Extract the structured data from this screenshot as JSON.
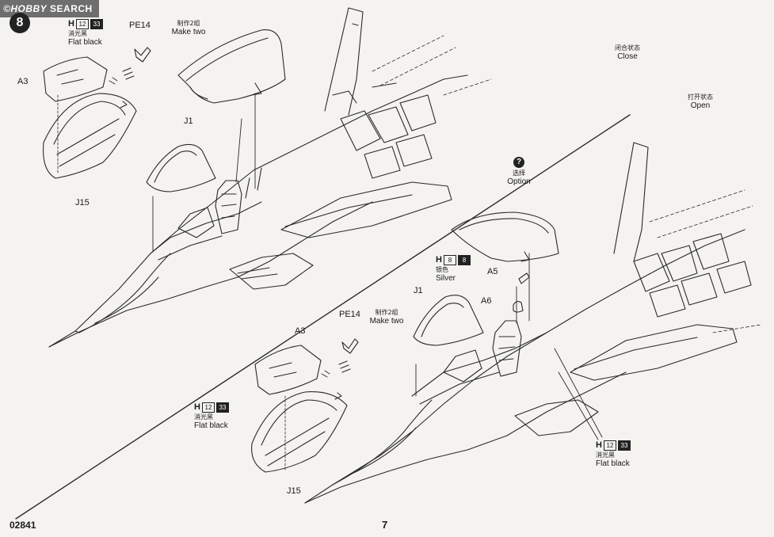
{
  "watermark": {
    "logo": "©HOBBY",
    "text": "SEARCH"
  },
  "step_number": "8",
  "top_left": {
    "pe14": "PE14",
    "make_two_cn": "制作2组",
    "make_two": "Make two",
    "paint_letter": "H",
    "paint_code_a": "12",
    "paint_code_b": "33",
    "paint_cn": "消光黑",
    "paint_en": "Flat black",
    "a3": "A3",
    "j1": "J1",
    "j15": "J15"
  },
  "top_right": {
    "close_cn": "闭合状态",
    "close": "Close",
    "open_cn": "打开状态",
    "open": "Open"
  },
  "option": {
    "icon_text": "?",
    "cn": "选择",
    "en": "Option"
  },
  "bottom_left": {
    "pe14": "PE14",
    "make_two_cn": "制作2组",
    "make_two": "Make two",
    "a3": "A3",
    "paint_letter": "H",
    "paint_code_a": "12",
    "paint_code_b": "33",
    "paint_cn": "消光黑",
    "paint_en": "Flat black",
    "j15": "J15"
  },
  "bottom_right": {
    "silver_letter": "H",
    "silver_code_a": "8",
    "silver_code_b": "8",
    "silver_cn": "银色",
    "silver_en": "Silver",
    "a5": "A5",
    "a6": "A6",
    "j1": "J1",
    "black_letter": "H",
    "black_code_a": "12",
    "black_code_b": "33",
    "black_cn": "消光黑",
    "black_en": "Flat black"
  },
  "footer": {
    "code": "02841",
    "page": "7"
  }
}
